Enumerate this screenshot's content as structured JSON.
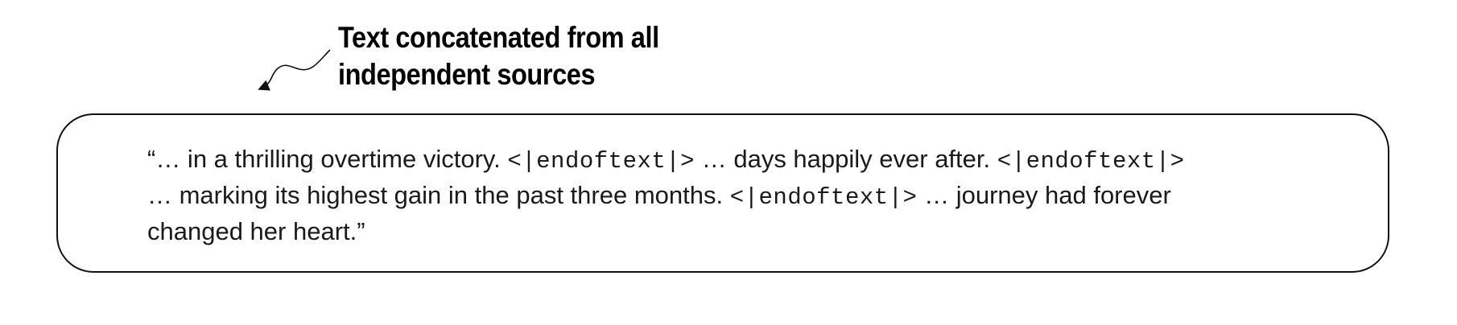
{
  "annotation": {
    "line1": "Text concatenated from all",
    "line2": "independent sources"
  },
  "text_box": {
    "line1": {
      "a": "“… in a thrilling overtime victory.",
      "token1": "<|endoftext|>",
      "b": "… days happily ever after.",
      "token2": "<|endoftext|>"
    },
    "line2": {
      "a": "… marking its highest gain in the past three months.",
      "token1": "<|endoftext|>",
      "b": "… journey had forever"
    },
    "line3": {
      "a": "changed her heart.”"
    }
  },
  "colors": {
    "border": "#111111",
    "text": "#1a1a1a",
    "background": "#ffffff"
  }
}
